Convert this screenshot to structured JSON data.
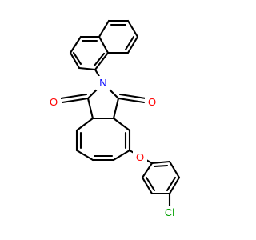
{
  "atoms": [
    {
      "id": "o-upper-left",
      "symbol": "O",
      "color": "#ff0000"
    },
    {
      "id": "n-imide",
      "symbol": "N",
      "color": "#0000ff"
    },
    {
      "id": "o-upper-right",
      "symbol": "O",
      "color": "#ff0000"
    },
    {
      "id": "o-ether",
      "symbol": "O",
      "color": "#ff0000"
    },
    {
      "id": "cl",
      "symbol": "Cl",
      "color": "#00a000"
    }
  ],
  "bond_color": "#000000",
  "background": "#ffffff"
}
